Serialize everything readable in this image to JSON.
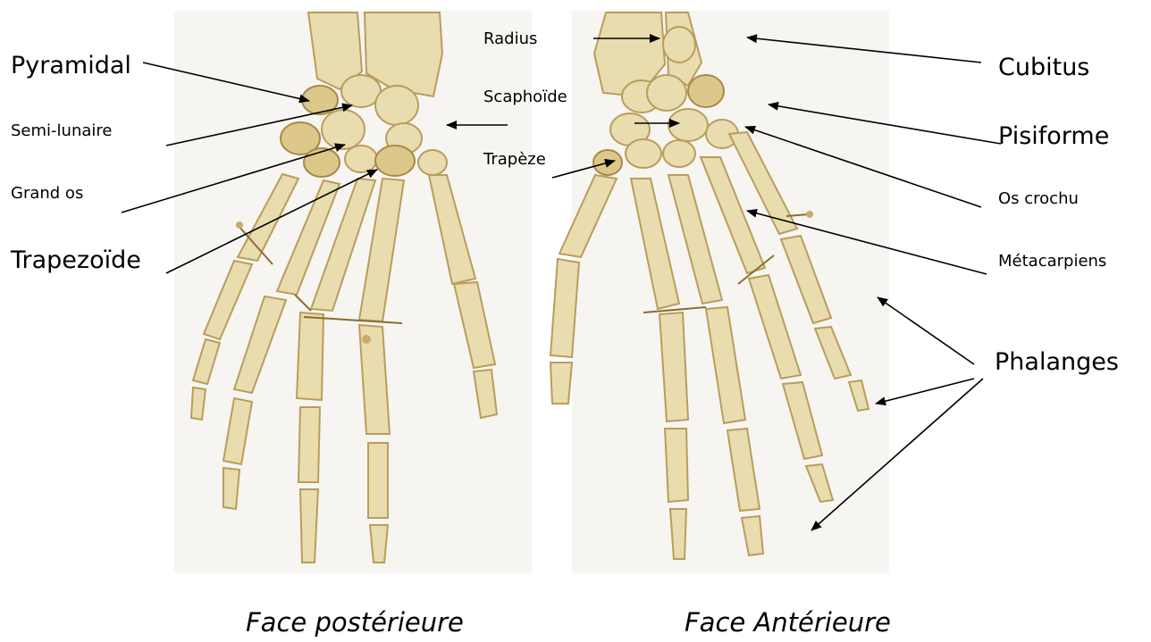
{
  "labels": {
    "pyramidal": "Pyramidal",
    "semi_lunaire": "Semi-lunaire",
    "grand_os": "Grand os",
    "trapezoide": "Trapezoïde",
    "radius": "Radius",
    "scaphoide": "Scaphoïde",
    "trapeze": "Trapèze",
    "cubitus": "Cubitus",
    "pisiforme": "Pisiforme",
    "os_crochu": "Os crochu",
    "metacarpiens": "Métacarpiens",
    "phalanges": "Phalanges"
  },
  "captions": {
    "posterior": "Face postérieure",
    "anterior": "Face Antérieure"
  },
  "colors": {
    "bone": "#e9dcae",
    "bone_outline": "#b99d5c",
    "background_photo": "#f7f5f2",
    "text": "#000000"
  }
}
